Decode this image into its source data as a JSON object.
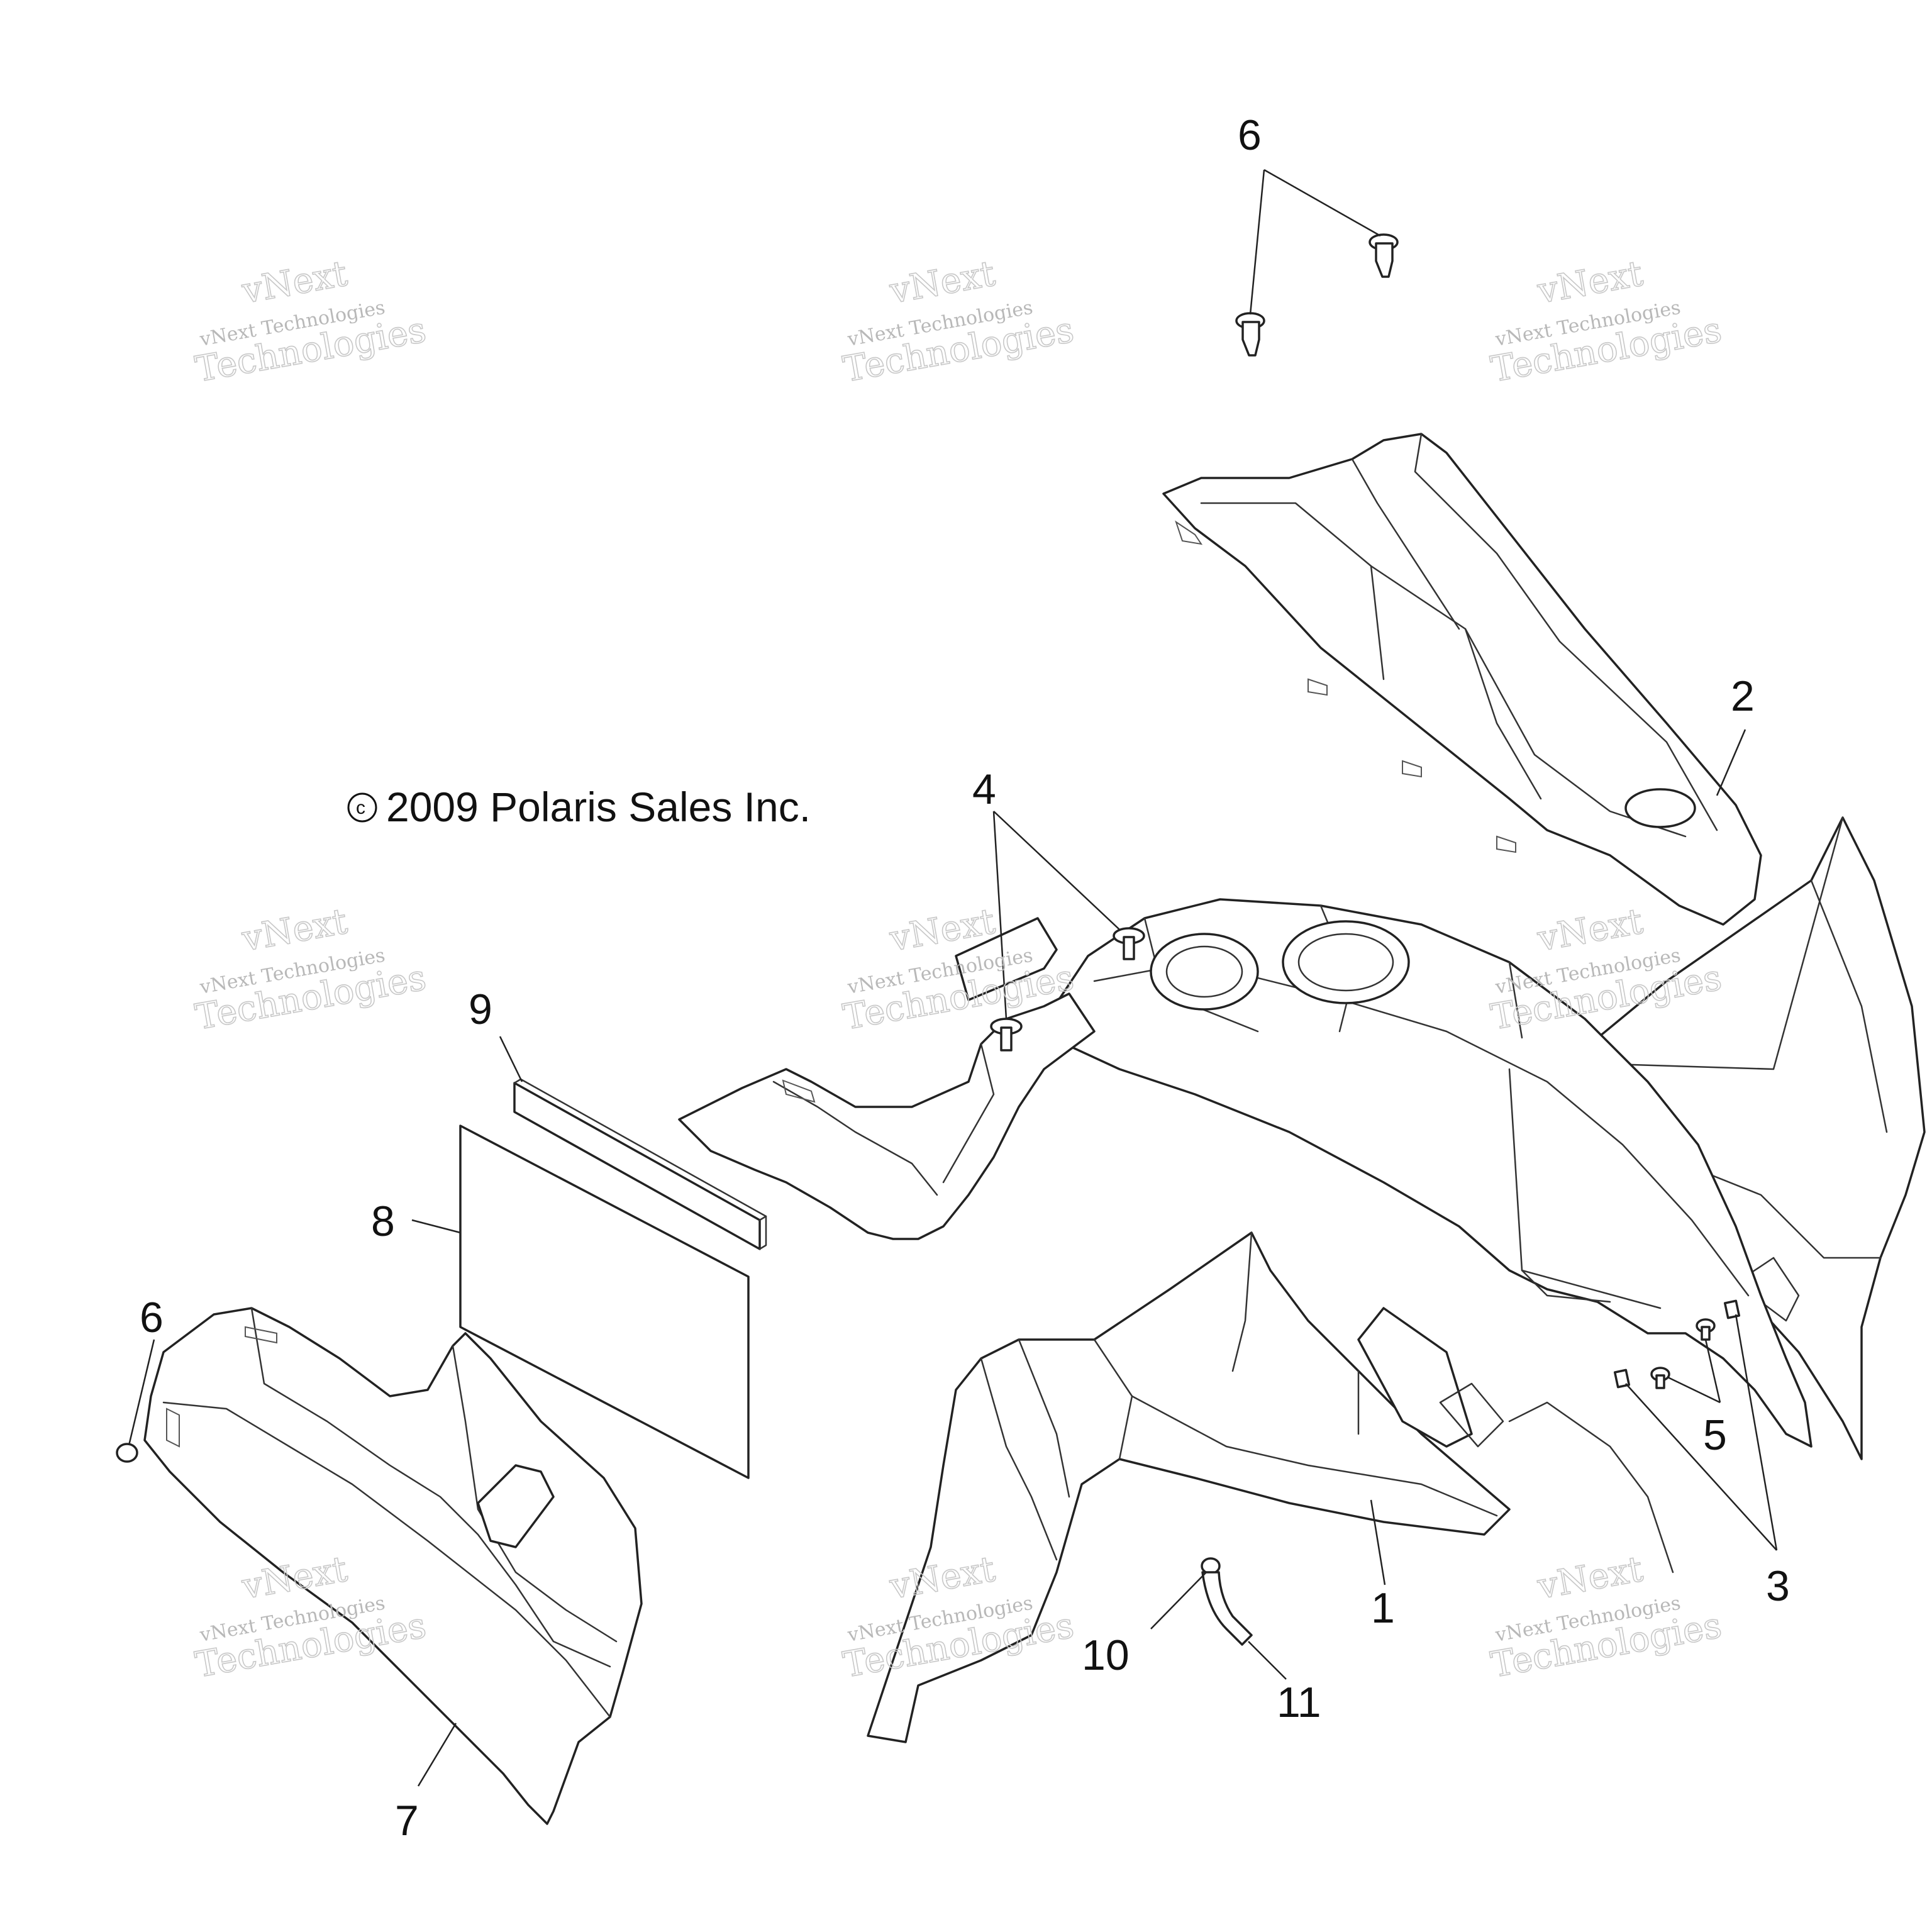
{
  "copyright": {
    "symbol": "c",
    "text": "2009 Polaris Sales Inc."
  },
  "watermark": {
    "line1": "vNext",
    "line2": "vNext Technologies",
    "line3": "Technologies"
  },
  "callouts": {
    "c1": "1",
    "c2": "2",
    "c3": "3",
    "c4": "4",
    "c5": "5",
    "c6a": "6",
    "c6b": "6",
    "c7": "7",
    "c8": "8",
    "c9": "9",
    "c10": "10",
    "c11": "11"
  }
}
